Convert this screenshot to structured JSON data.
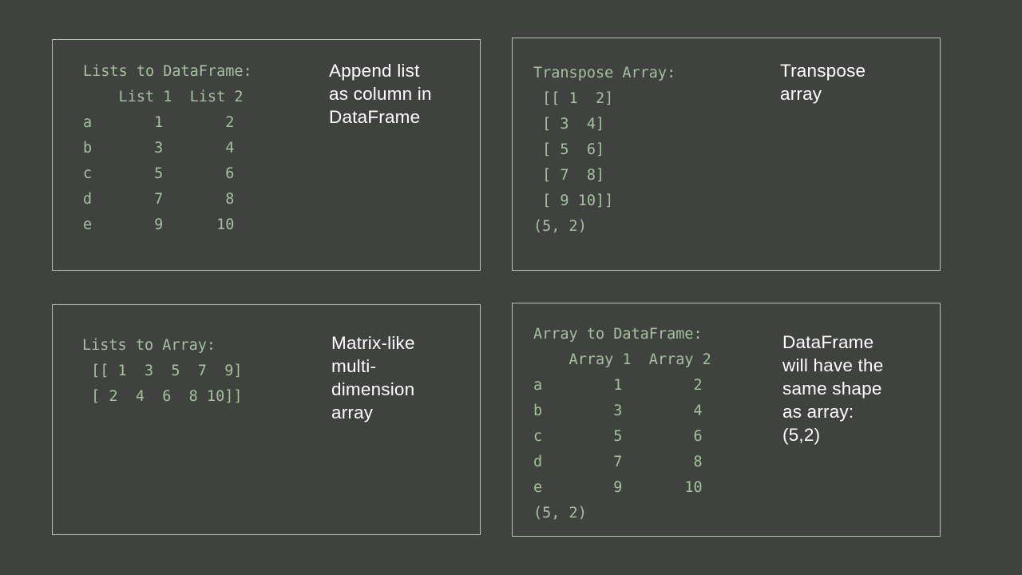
{
  "colors": {
    "background": "#3f423e",
    "panel_border": "#b0c8ac",
    "code_text": "#a5c19f",
    "note_text": "#ffffff"
  },
  "panels": [
    {
      "id": "lists-to-dataframe",
      "code_title": "Lists to DataFrame:",
      "code_lines": [
        "Lists to DataFrame:",
        "    List 1  List 2",
        "a       1       2",
        "b       3       4",
        "c       5       6",
        "d       7       8",
        "e       9      10"
      ],
      "table": {
        "columns": [
          "List 1",
          "List 2"
        ],
        "index": [
          "a",
          "b",
          "c",
          "d",
          "e"
        ],
        "rows": [
          [
            1,
            2
          ],
          [
            3,
            4
          ],
          [
            5,
            6
          ],
          [
            7,
            8
          ],
          [
            9,
            10
          ]
        ]
      },
      "note_lines": [
        "Append list",
        "as column in",
        "DataFrame"
      ]
    },
    {
      "id": "transpose-array",
      "code_title": "Transpose Array:",
      "code_lines": [
        "Transpose Array:",
        " [[ 1  2]",
        " [ 3  4]",
        " [ 5  6]",
        " [ 7  8]",
        " [ 9 10]]",
        "(5, 2)"
      ],
      "array": [
        [
          1,
          2
        ],
        [
          3,
          4
        ],
        [
          5,
          6
        ],
        [
          7,
          8
        ],
        [
          9,
          10
        ]
      ],
      "shape": "(5, 2)",
      "note_lines": [
        "Transpose",
        "array"
      ]
    },
    {
      "id": "lists-to-array",
      "code_title": "Lists to Array:",
      "code_lines": [
        "Lists to Array:",
        " [[ 1  3  5  7  9]",
        " [ 2  4  6  8 10]]"
      ],
      "array": [
        [
          1,
          3,
          5,
          7,
          9
        ],
        [
          2,
          4,
          6,
          8,
          10
        ]
      ],
      "note_lines": [
        "Matrix-like",
        "multi-",
        "dimension",
        "array"
      ]
    },
    {
      "id": "array-to-dataframe",
      "code_title": "Array to DataFrame:",
      "code_lines": [
        "Array to DataFrame:",
        "    Array 1  Array 2",
        "a        1        2",
        "b        3        4",
        "c        5        6",
        "d        7        8",
        "e        9       10",
        "(5, 2)"
      ],
      "table": {
        "columns": [
          "Array 1",
          "Array 2"
        ],
        "index": [
          "a",
          "b",
          "c",
          "d",
          "e"
        ],
        "rows": [
          [
            1,
            2
          ],
          [
            3,
            4
          ],
          [
            5,
            6
          ],
          [
            7,
            8
          ],
          [
            9,
            10
          ]
        ]
      },
      "shape": "(5, 2)",
      "note_lines": [
        "DataFrame",
        "will have the",
        "same shape",
        "as array:",
        "(5,2)"
      ]
    }
  ]
}
